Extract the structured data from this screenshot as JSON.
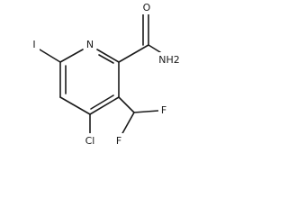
{
  "molecule": {
    "atoms": {
      "n1": "N",
      "i": "I",
      "o": "O",
      "nh2": "NH2",
      "cl": "Cl",
      "f1": "F",
      "f2": "F"
    }
  }
}
